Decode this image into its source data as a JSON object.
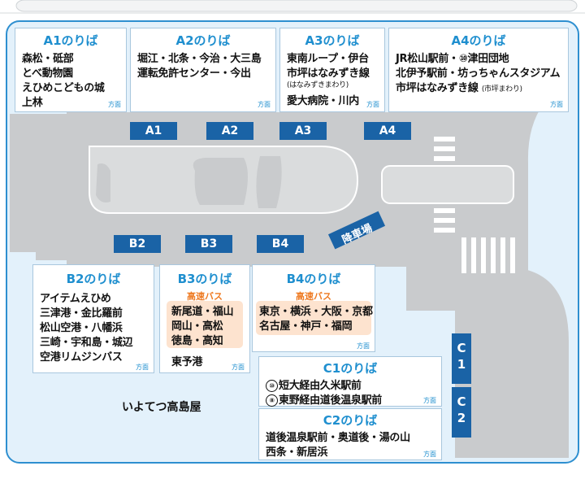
{
  "colors": {
    "accent": "#1f8fcf",
    "badge": "#1a63a6",
    "highway": "#ee7a22",
    "highway_bg": "#fde3cf",
    "road": "#c9cbcd",
    "frame": "#2e8fd0"
  },
  "drop_off_label": "降車場",
  "store_label": "いよてつ高島屋",
  "direction_label": "方面",
  "stops": {
    "A1": {
      "badge": "A1",
      "title": "A1のりば",
      "lines": [
        "森松・砥部",
        "とべ動物園",
        "えひめこどもの城",
        "上林"
      ]
    },
    "A2": {
      "badge": "A2",
      "title": "A2のりば",
      "lines": [
        "堀江・北条・今治・大三島",
        "運転免許センター・今出"
      ]
    },
    "A3": {
      "badge": "A3",
      "title": "A3のりば",
      "lines": [
        "東南ループ・伊台",
        "市坪はなみずき線",
        "愛大病院・川内"
      ],
      "sub_note": "(はなみずきまわり)"
    },
    "A4": {
      "badge": "A4",
      "title": "A4のりば",
      "line1_a": "JR松山駅前・",
      "line1_num": "⑩",
      "line1_b": "津田団地",
      "line2": "北伊予駅前・坊っちゃんスタジアム",
      "line3": "市坪はなみずき線",
      "line3_note": "(市坪まわり)"
    },
    "B2": {
      "badge": "B2",
      "title": "B2のりば",
      "lines": [
        "アイテムえひめ",
        "三津港・金比羅前",
        "松山空港・八幡浜",
        "三崎・宇和島・城辺",
        "空港リムジンバス"
      ]
    },
    "B3": {
      "badge": "B3",
      "title": "B3のりば",
      "highway_label": "高速バス",
      "highway_lines": [
        "新尾道・福山",
        "岡山・高松",
        "徳島・高知"
      ],
      "extra": "東予港"
    },
    "B4": {
      "badge": "B4",
      "title": "B4のりば",
      "highway_label": "高速バス",
      "highway_lines": [
        "東京・横浜・大阪・京都",
        "名古屋・神戸・福岡"
      ]
    },
    "C1": {
      "badge": "C1",
      "badge_top": "C",
      "badge_bottom": "1",
      "title": "C1のりば",
      "r1_num": "⑩",
      "r1_text": "短大経由久米駅前",
      "r2_num": "⑧",
      "r2_text": "東野経由道後温泉駅前"
    },
    "C2": {
      "badge": "C2",
      "badge_top": "C",
      "badge_bottom": "2",
      "title": "C2のりば",
      "lines": [
        "道後温泉駅前・奥道後・湯の山",
        "西条・新居浜"
      ]
    }
  }
}
